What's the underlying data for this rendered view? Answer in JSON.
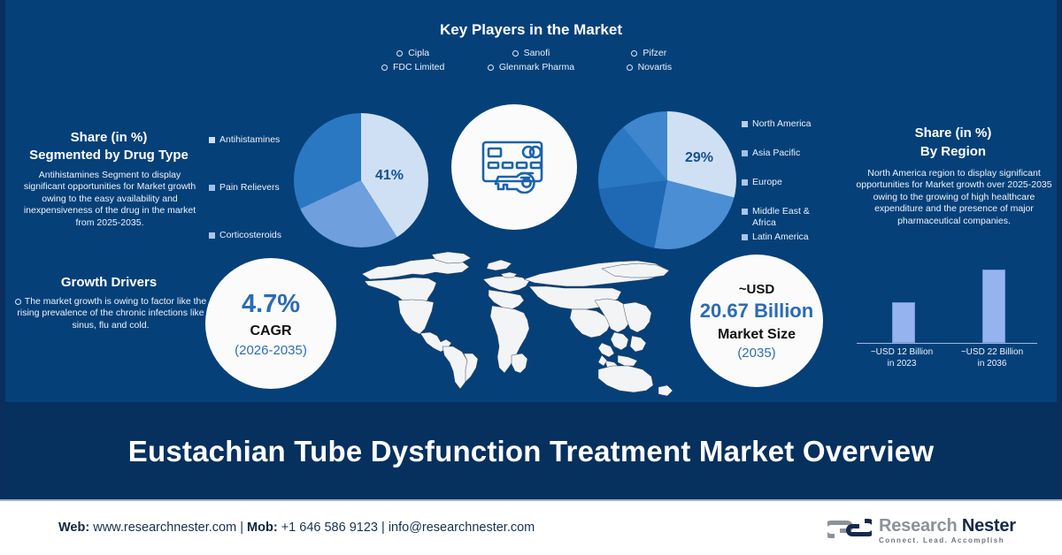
{
  "colors": {
    "bg_top": "#064079",
    "bg_title": "#06305e",
    "accent_light": "#cfe0f5",
    "accent_mid": "#6f9fdc",
    "accent_dark": "#2a78c2",
    "accent_deep": "#1f68b4",
    "bar_fill": "#95b4ef",
    "text_blue": "#2a6bb5"
  },
  "key_players": {
    "title": "Key Players in the Market",
    "items": [
      "Cipla",
      "Sanofi",
      "Pifzer",
      "FDC Limited",
      "Glenmark Pharma",
      "Novartis"
    ]
  },
  "left_panel": {
    "title_line1": "Share (in %)",
    "title_line2": "Segmented by Drug Type",
    "body": "Antihistamines Segment to display significant opportunities for Market growth owing to the easy availability and inexpensiveness of the drug in the market from 2025-2035."
  },
  "right_panel": {
    "title_line1": "Share (in %)",
    "title_line2": "By Region",
    "body": "North America region to display significant opportunities for Market growth over 2025-2035 owing to the growing of high healthcare expenditure and the presence of major pharmaceutical companies."
  },
  "growth_drivers": {
    "title": "Growth Drivers",
    "body": "The market growth is owing to factor like the rising prevalence of the chronic infections like sinus, flu and cold."
  },
  "cagr_circle": {
    "value": "4.7%",
    "label": "CAGR",
    "period": "(2026-2035)"
  },
  "market_size_circle": {
    "currency": "~USD",
    "value": "20.67 Billion",
    "label": "Market Size",
    "year": "(2035)"
  },
  "center_icon": {
    "name": "card-key-icon"
  },
  "main_title": "Eustachian Tube Dysfunction Treatment Market Overview",
  "footer": {
    "web_label": "Web:",
    "web_value": "www.researchnester.com",
    "sep1": "|",
    "mob_label": "Mob:",
    "mob_value": "+1 646 586 9123",
    "sep2": "|",
    "email": "info@researchnester.com",
    "logo_name_1": "Research",
    "logo_name_2": "Nester",
    "logo_tagline": "Connect. Lead. Accomplish"
  },
  "chart_data": [
    {
      "type": "pie",
      "title": "Share (in %) Segmented by Drug Type",
      "labels": [
        "Antihistamines",
        "Pain Relievers",
        "Corticosteroids"
      ],
      "values": [
        41,
        27,
        32
      ],
      "data_labels": [
        "41%",
        "",
        ""
      ],
      "colors": [
        "#cfe0f5",
        "#6f9fdc",
        "#2a78c2"
      ],
      "legend_position": "left"
    },
    {
      "type": "pie",
      "title": "Share (in %) By Region",
      "labels": [
        "North America",
        "Asia Pacific",
        "Europe",
        "Middle East & Africa",
        "Latin America"
      ],
      "values": [
        29,
        24,
        20,
        16,
        11
      ],
      "data_labels": [
        "29%",
        "",
        "",
        "",
        ""
      ],
      "colors": [
        "#cfe0f5",
        "#4b8ed4",
        "#1f68b4",
        "#2a78c2",
        "#3f86cf"
      ],
      "legend_position": "right"
    },
    {
      "type": "bar",
      "title": "Market Size Comparison",
      "categories": [
        "~USD 12 Billion in 2023",
        "~USD 22 Billion in 2036"
      ],
      "category_lines": [
        [
          "~USD 12 Billion",
          "in 2023"
        ],
        [
          "~USD 22 Billion",
          "in 2036"
        ]
      ],
      "values": [
        12,
        22
      ],
      "unit": "USD Billion",
      "ylim": [
        0,
        24
      ],
      "grid": false,
      "xlabel": "",
      "ylabel": ""
    }
  ]
}
